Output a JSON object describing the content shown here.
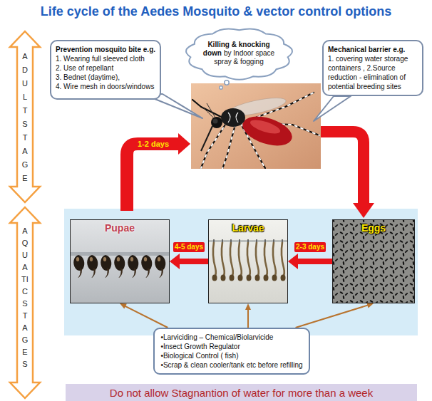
{
  "diagram": {
    "title": "Life cycle of the Aedes Mosquito & vector control options",
    "nodes": [
      {
        "text": [
          "Prevention mosquito bite e.g.",
          "1. Wearing full sleeved cloth",
          "2. Use of repellant",
          "3. Bednet (daytime),",
          "4. Wire mesh in doors/windows"
        ]
      },
      {
        "text": [
          "Killing & knocking down",
          "by Indoor space spray & fogging"
        ]
      },
      {
        "text": [
          "Mechanical barrier e.g.",
          "1. covering water storage containers , 2.Source reduction - elimination of potential breeding sites"
        ]
      },
      {
        "text": [
          "Pupae"
        ]
      },
      {
        "text": [
          "Larvae"
        ]
      },
      {
        "text": [
          "Eggs"
        ]
      },
      {
        "text": [
          "•Larviciding – Chemical/Biolarvicide",
          "•Insect Growth Regulator",
          "•Biological Control ( fish)",
          "•Scrap & clean cooler/tank etc before refilling"
        ]
      },
      {
        "text": [
          "Do not allow Stagnantion of water for more than a week"
        ]
      }
    ],
    "edges": [
      {
        "from": 5,
        "to": 4,
        "arrow": "to",
        "label": "2-3 days"
      },
      {
        "from": 4,
        "to": 3,
        "arrow": "to",
        "label": "4-5 days"
      },
      {
        "from": 6,
        "to": 3,
        "arrow": "to"
      },
      {
        "from": 6,
        "to": 4,
        "arrow": "to"
      },
      {
        "from": 6,
        "to": 5,
        "arrow": "to"
      }
    ],
    "labels": [
      "ADULT STAGE",
      "AQUATIC STAGES",
      "1-2 days"
    ]
  }
}
